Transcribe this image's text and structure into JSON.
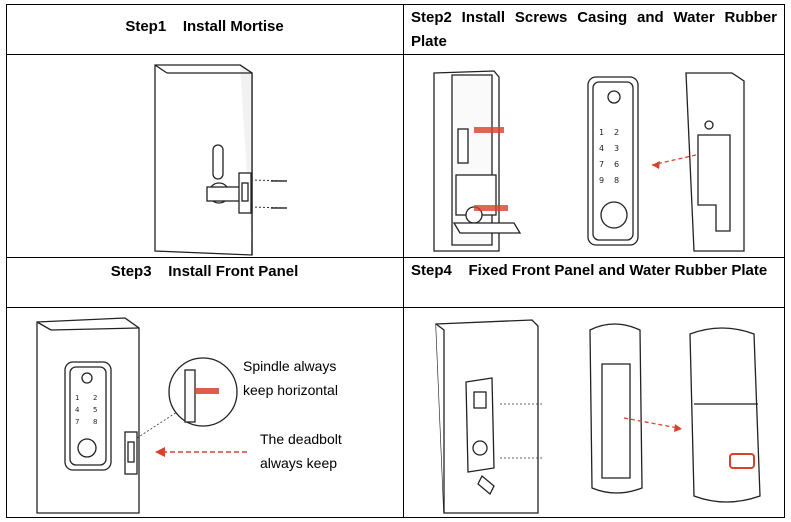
{
  "steps": [
    {
      "title": "Step1    Install Mortise"
    },
    {
      "title": "Step2 Install Screws Casing and Water Rubber Plate"
    },
    {
      "title": "Step3    Install Front Panel"
    },
    {
      "title": "Step4    Fixed Front Panel and Water Rubber Plate"
    }
  ],
  "annotations": {
    "spindle": "Spindle always keep horizontal",
    "deadbolt": "The deadbolt always keep"
  },
  "colors": {
    "accent": "#d9412b",
    "line": "#000000"
  }
}
